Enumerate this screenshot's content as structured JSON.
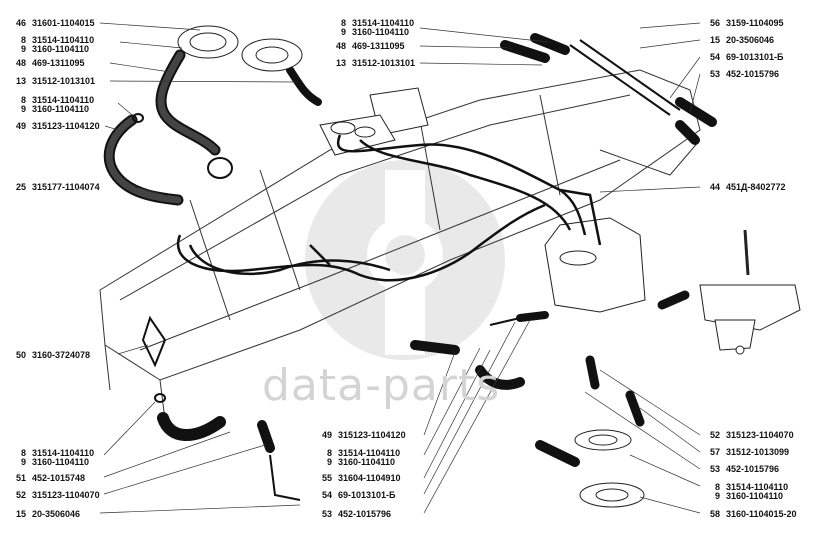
{
  "watermark": "data-parts",
  "left_callouts": [
    {
      "lines": [
        {
          "num": "46",
          "code": "31601-1104015"
        }
      ]
    },
    {
      "lines": [
        {
          "num": "8",
          "code": "31514-1104110"
        },
        {
          "num": "9",
          "code": "3160-1104110"
        }
      ]
    },
    {
      "lines": [
        {
          "num": "48",
          "code": "469-1311095"
        }
      ]
    },
    {
      "lines": [
        {
          "num": "13",
          "code": "31512-1013101"
        }
      ]
    },
    {
      "lines": [
        {
          "num": "8",
          "code": "31514-1104110"
        },
        {
          "num": "9",
          "code": "3160-1104110"
        }
      ]
    },
    {
      "lines": [
        {
          "num": "49",
          "code": "315123-1104120"
        }
      ]
    },
    {
      "lines": [
        {
          "num": "25",
          "code": "315177-1104074"
        }
      ]
    },
    {
      "lines": [
        {
          "num": "50",
          "code": "3160-3724078"
        }
      ]
    },
    {
      "lines": [
        {
          "num": "8",
          "code": "31514-1104110"
        },
        {
          "num": "9",
          "code": "3160-1104110"
        }
      ]
    },
    {
      "lines": [
        {
          "num": "51",
          "code": "452-1015748"
        }
      ]
    },
    {
      "lines": [
        {
          "num": "52",
          "code": "315123-1104070"
        }
      ]
    },
    {
      "lines": [
        {
          "num": "15",
          "code": "20-3506046"
        }
      ]
    }
  ],
  "top_mid_callouts": [
    {
      "lines": [
        {
          "num": "8",
          "code": "31514-1104110"
        },
        {
          "num": "9",
          "code": "3160-1104110"
        }
      ]
    },
    {
      "lines": [
        {
          "num": "48",
          "code": "469-1311095"
        }
      ]
    },
    {
      "lines": [
        {
          "num": "13",
          "code": "31512-1013101"
        }
      ]
    }
  ],
  "top_right_callouts": [
    {
      "lines": [
        {
          "num": "56",
          "code": "3159-1104095"
        }
      ]
    },
    {
      "lines": [
        {
          "num": "15",
          "code": "20-3506046"
        }
      ]
    },
    {
      "lines": [
        {
          "num": "54",
          "code": "69-1013101-Б"
        }
      ]
    },
    {
      "lines": [
        {
          "num": "53",
          "code": "452-1015796"
        }
      ]
    },
    {
      "lines": [
        {
          "num": "44",
          "code": "451Д-8402772"
        }
      ]
    }
  ],
  "bottom_mid_callouts": [
    {
      "lines": [
        {
          "num": "49",
          "code": "315123-1104120"
        }
      ]
    },
    {
      "lines": [
        {
          "num": "8",
          "code": "31514-1104110"
        },
        {
          "num": "9",
          "code": "3160-1104110"
        }
      ]
    },
    {
      "lines": [
        {
          "num": "55",
          "code": "31604-1104910"
        }
      ]
    },
    {
      "lines": [
        {
          "num": "54",
          "code": "69-1013101-Б"
        }
      ]
    },
    {
      "lines": [
        {
          "num": "53",
          "code": "452-1015796"
        }
      ]
    }
  ],
  "bottom_right_callouts": [
    {
      "lines": [
        {
          "num": "52",
          "code": "315123-1104070"
        }
      ]
    },
    {
      "lines": [
        {
          "num": "57",
          "code": "31512-1013099"
        }
      ]
    },
    {
      "lines": [
        {
          "num": "53",
          "code": "452-1015796"
        }
      ]
    },
    {
      "lines": [
        {
          "num": "8",
          "code": "31514-1104110"
        },
        {
          "num": "9",
          "code": "3160-1104110"
        }
      ]
    },
    {
      "lines": [
        {
          "num": "58",
          "code": "3160-1104015-20"
        }
      ]
    }
  ]
}
